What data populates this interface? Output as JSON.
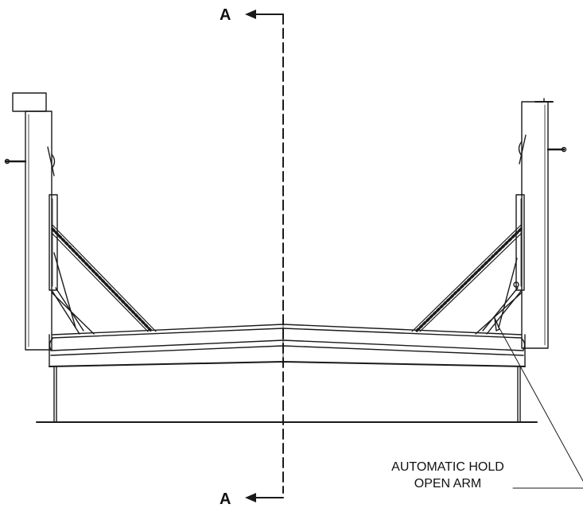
{
  "section_marker": {
    "letter_top": "A",
    "letter_bottom": "A"
  },
  "callout": {
    "line1": "AUTOMATIC HOLD",
    "line2": "OPEN ARM"
  },
  "colors": {
    "line": "#1a1a1a",
    "background": "#ffffff"
  }
}
